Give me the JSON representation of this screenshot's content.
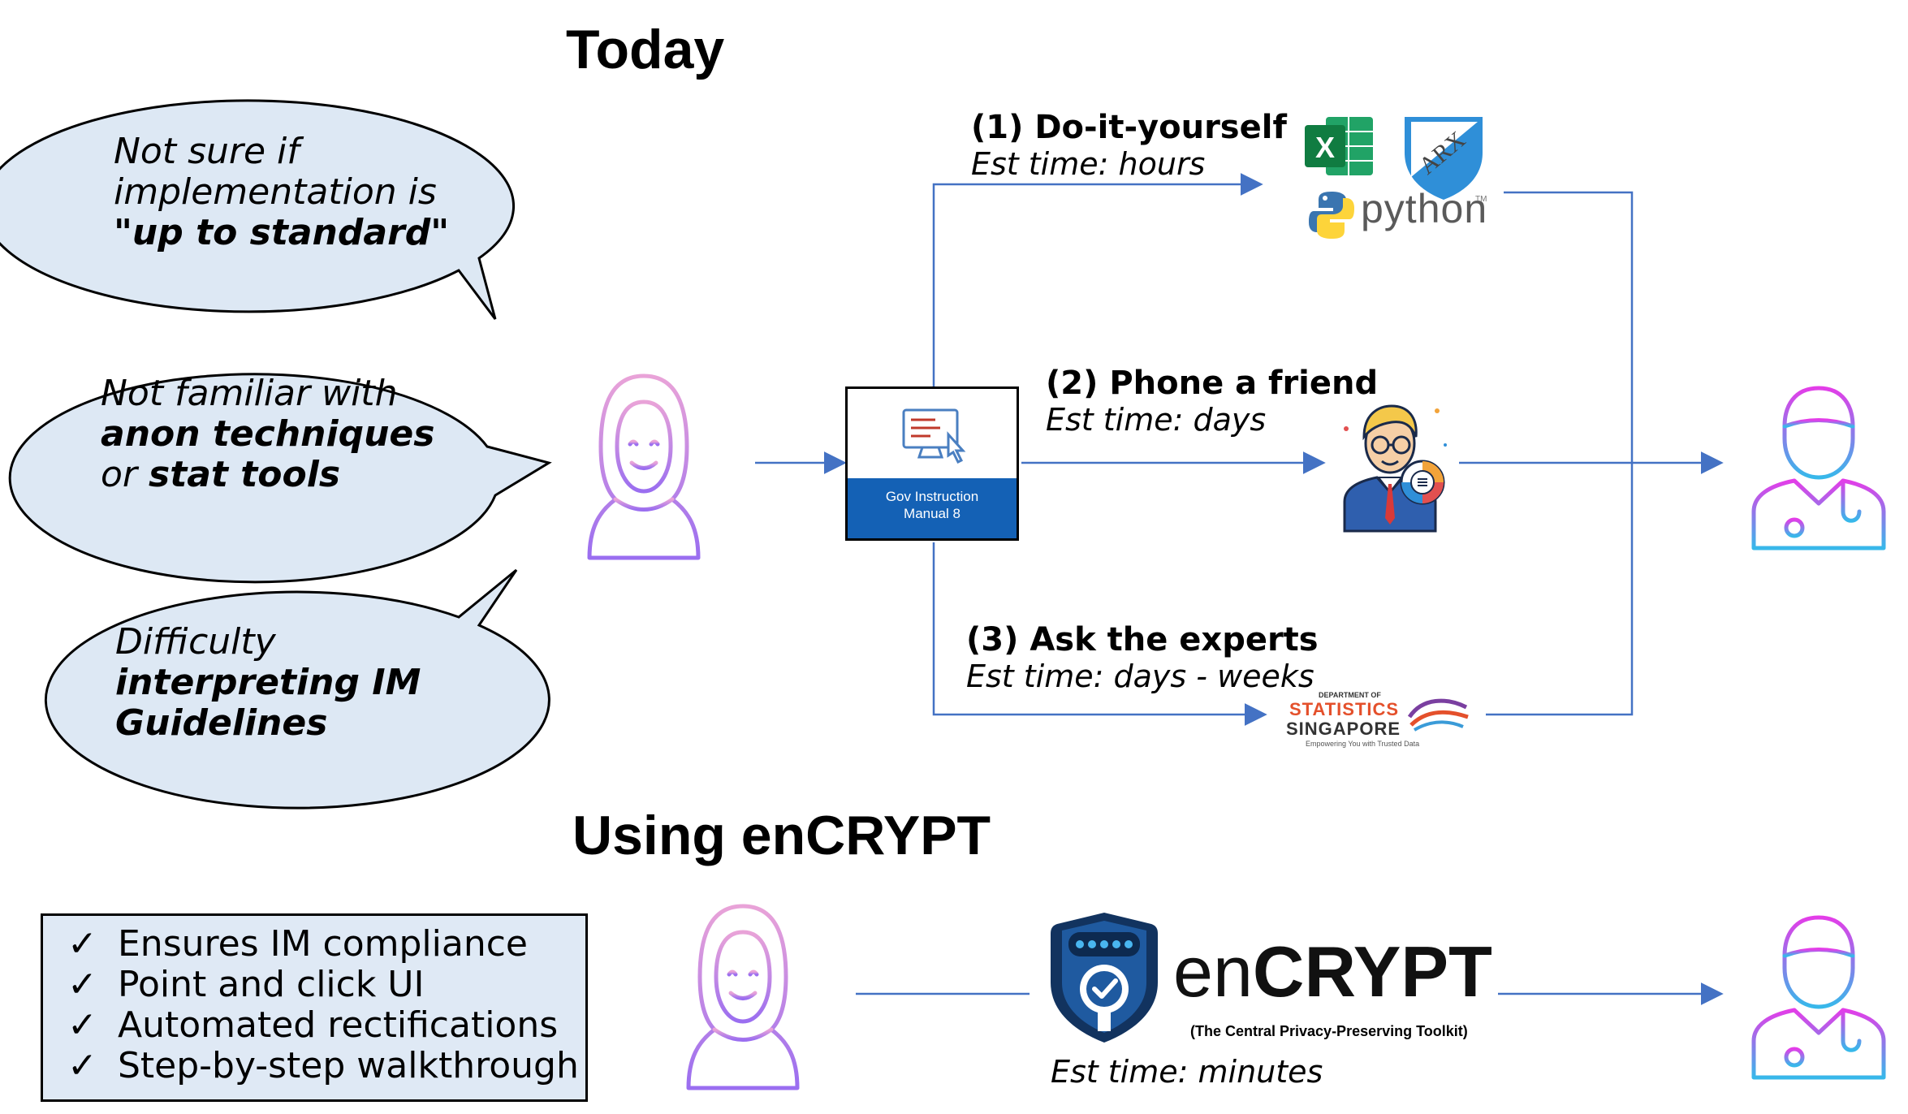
{
  "titles": {
    "today": "Today",
    "using": "Using enCRYPT"
  },
  "bubbles": [
    {
      "lines": [
        {
          "plain": "Not sure if",
          "bold": ""
        },
        {
          "plain": "implementation is",
          "bold": ""
        },
        {
          "plain": "",
          "bold": "\"up to standard\""
        }
      ]
    },
    {
      "lines": [
        {
          "plain": "Not familiar with",
          "bold": ""
        },
        {
          "plain": "",
          "bold": "anon techniques"
        },
        {
          "plain": "or ",
          "bold": "stat tools"
        }
      ]
    },
    {
      "lines": [
        {
          "plain": "Difficulty",
          "bold": ""
        },
        {
          "plain": "",
          "bold": "interpreting IM"
        },
        {
          "plain": "",
          "bold": "Guidelines"
        }
      ]
    }
  ],
  "manual": {
    "line1": "Gov Instruction",
    "line2": "Manual 8"
  },
  "steps": [
    {
      "label": "(1)   Do-it-yourself",
      "time": "Est time: hours"
    },
    {
      "label": "(2) Phone a friend",
      "time": "Est time: days"
    },
    {
      "label": "(3) Ask the experts",
      "time": "Est time: days - weeks"
    }
  ],
  "tool_logos": {
    "excel": "X",
    "arx": "ARX",
    "python": "python",
    "python_tm": "TM"
  },
  "dos_logo": {
    "top": "DEPARTMENT OF",
    "line1": "STATISTICS",
    "line2": "SINGAPORE",
    "tagline": "Empowering You with Trusted Data"
  },
  "checklist": [
    {
      "mark": "✓",
      "text": "Ensures IM compliance"
    },
    {
      "mark": "✓",
      "text": "Point and click UI"
    },
    {
      "mark": "✓",
      "text": "Automated rectifications"
    },
    {
      "mark": "✓",
      "text": "Step-by-step walkthrough"
    }
  ],
  "encrypt": {
    "prefix": "en",
    "bold": "CRYPT",
    "subtitle": "(The Central Privacy-Preserving Toolkit)",
    "est_time": "Est time: minutes"
  },
  "colors": {
    "arrow": "#4472c4",
    "bubble_fill": "#dde8f4",
    "manual_band": "#1461b5",
    "person_purple": "#b06ee8",
    "doctor_top": "#e33de8",
    "doctor_bottom": "#37b8ea"
  },
  "icons": [
    "user-hijab-icon",
    "doctor-icon",
    "monitor-click-icon",
    "excel-icon",
    "arx-shield-icon",
    "python-icon",
    "consultant-icon",
    "dos-logo-icon",
    "encrypt-shield-icon"
  ]
}
